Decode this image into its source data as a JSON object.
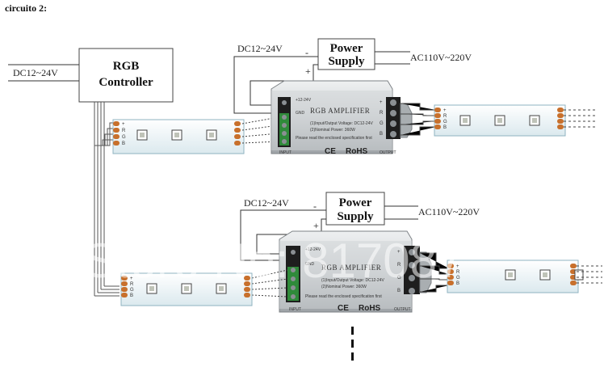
{
  "heading": "circuito 2:",
  "controller": {
    "line1": "RGB",
    "line2": "Controller",
    "input_label": "DC12~24V"
  },
  "power_supply": {
    "line1": "Power",
    "line2": "Supply",
    "dc_label": "DC12~24V",
    "ac_label": "AC110V~220V",
    "minus": "-",
    "plus": "+"
  },
  "amplifier": {
    "title": "RGB AMPLIFIER",
    "voltage": "+12-24V",
    "gnd": "GND",
    "spec_line1": "(1)Input/Output Voltage: DC12-24V",
    "spec_line2": "(2)Nominal Power: 360W",
    "spec_line3": "Please read the enclosed specification first",
    "ce": "CE",
    "rohs": "RoHS",
    "input_label": "INPUT",
    "output_label": "OUTPUT",
    "pins": [
      "+",
      "R",
      "G",
      "B"
    ]
  },
  "strip": {
    "pins": [
      "+",
      "R",
      "G",
      "B"
    ]
  },
  "watermark": "Store No: 817087",
  "colors": {
    "line": "#333333",
    "amp_body": "#d6d8da",
    "amp_dark": "#7d8286",
    "terminal": "#1e1e1e",
    "terminal_green": "#2f8a3a",
    "strip": "#f0f8fa",
    "strip_border": "#8fb3c0",
    "connector": "#c8702c"
  }
}
